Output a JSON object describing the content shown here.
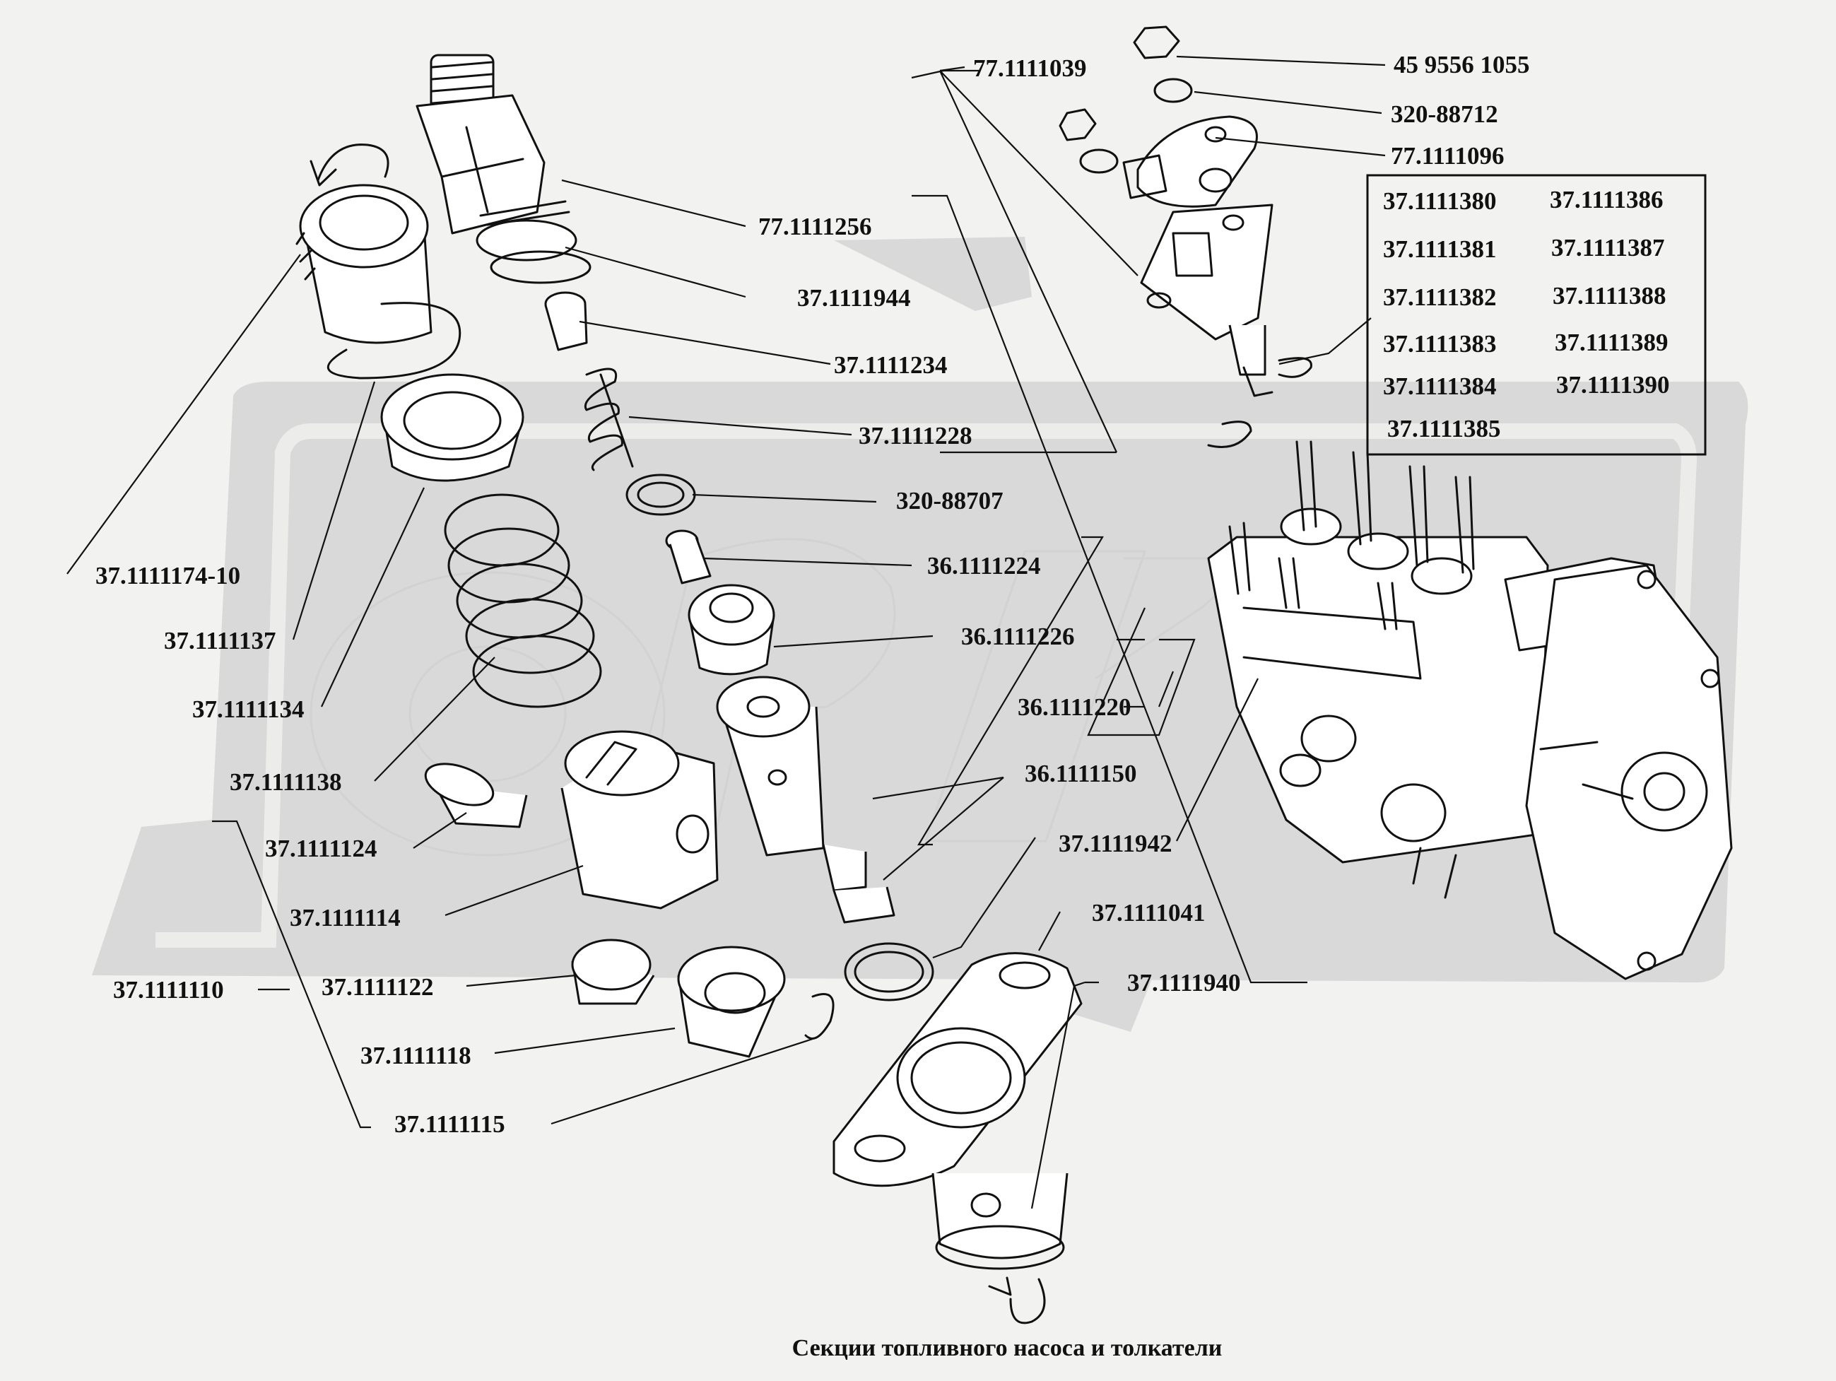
{
  "caption": "Секции топливного насоса и толкатели",
  "colors": {
    "background": "#f2f2f0",
    "ink": "#111111",
    "watermark": "#d9d9d9"
  },
  "icons": {
    "rotation_arrow_top": "rotate-arrow-icon",
    "rotation_arrow_bottom": "rotate-arrow-icon",
    "watermark": "orex-watermark-logo"
  },
  "labels": {
    "l_459556": "45 9556 1055",
    "l_32088712": "320-88712",
    "l_771111096": "77.1111096",
    "l_771111039": "77.1111039",
    "l_771111256": "77.1111256",
    "l_371111944": "37.1111944",
    "l_371111234": "37.1111234",
    "l_371111228": "37.1111228",
    "l_32088707": "320-88707",
    "l_361111224": "36.1111224",
    "l_361111226": "36.1111226",
    "l_361111220": "36.1111220",
    "l_361111150": "36.1111150",
    "l_371111942": "37.1111942",
    "l_371111041": "37.1111041",
    "l_371111940": "37.1111940",
    "l_371111174": "37.1111174-10",
    "l_371111137": "37.1111137",
    "l_371111134": "37.1111134",
    "l_371111138": "37.1111138",
    "l_371111124": "37.1111124",
    "l_371111114": "37.1111114",
    "l_371111110": "37.1111110",
    "l_371111122": "37.1111122",
    "l_371111118": "37.1111118",
    "l_371111115": "37.1111115"
  },
  "variants_table": [
    [
      "37.1111380",
      "37.1111386"
    ],
    [
      "37.1111381",
      "37.1111387"
    ],
    [
      "37.1111382",
      "37.1111388"
    ],
    [
      "37.1111383",
      "37.1111389"
    ],
    [
      "37.1111384",
      "37.1111390"
    ],
    [
      "37.1111385",
      ""
    ]
  ]
}
